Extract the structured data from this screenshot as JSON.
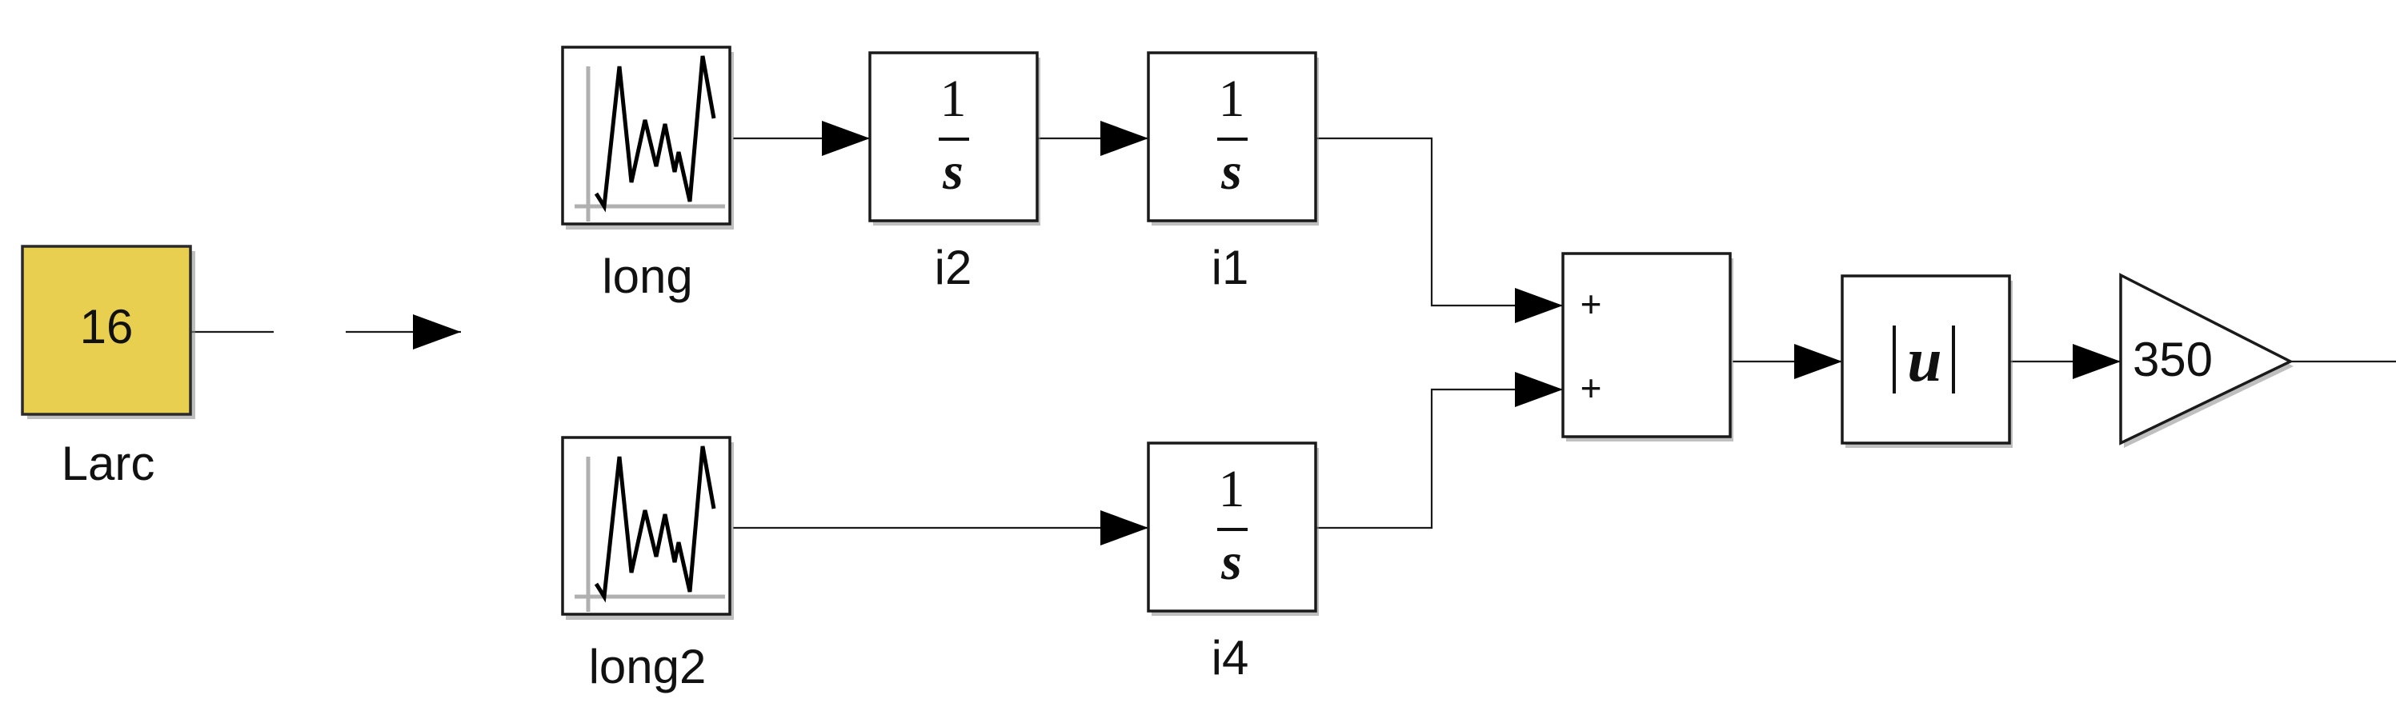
{
  "blocks": {
    "constant": {
      "value": "16",
      "label": "Larc"
    },
    "source_1": {
      "label": "long",
      "icon": "random-signal-icon"
    },
    "source_2": {
      "label": "long2",
      "icon": "random-signal-icon"
    },
    "integrator_i2": {
      "numerator": "1",
      "denominator": "s",
      "label": "i2"
    },
    "integrator_i1": {
      "numerator": "1",
      "denominator": "s",
      "label": "i1"
    },
    "integrator_i4": {
      "numerator": "1",
      "denominator": "s",
      "label": "i4"
    },
    "sum": {
      "sign_1": "+",
      "sign_2": "+"
    },
    "abs": {
      "text": "u"
    },
    "gain": {
      "value": "350"
    }
  },
  "colors": {
    "constant_fill": "#e8cf4f",
    "block_border": "#1a1a1a",
    "background": "#ffffff"
  }
}
